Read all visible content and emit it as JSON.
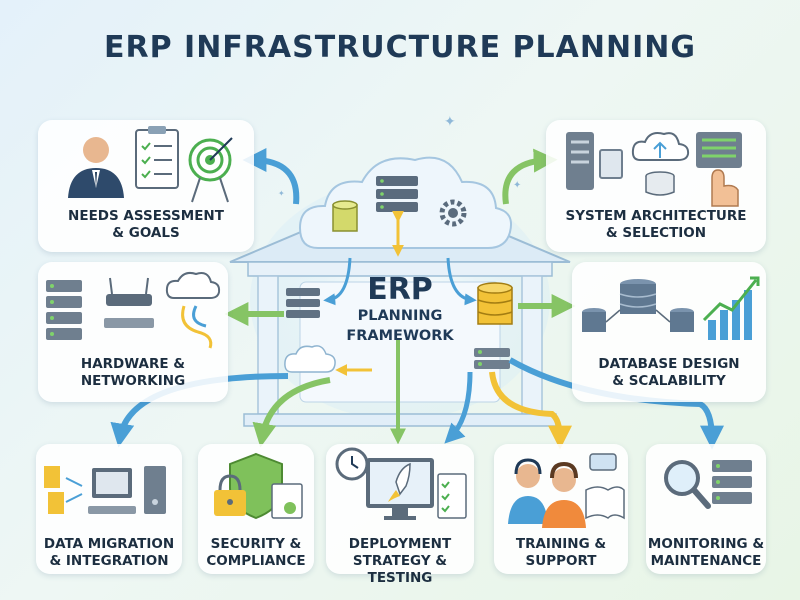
{
  "title": "ERP INFRASTRUCTURE PLANNING",
  "center": {
    "title": "ERP",
    "subtitle": "PLANNING\nFRAMEWORK"
  },
  "cards": {
    "needs": "NEEDS ASSESSMENT\n& GOALS",
    "architecture": "SYSTEM ARCHITECTURE\n& SELECTION",
    "hardware": "HARDWARE &\nNETWORKING",
    "database": "DATABASE DESIGN\n& SCALABILITY",
    "migration": "DATA MIGRATION\n& INTEGRATION",
    "security": "SECURITY &\nCOMPLIANCE",
    "deployment": "DEPLOYMENT\nSTRATEGY & TESTING",
    "training": "TRAINING &\nSUPPORT",
    "monitoring": "MONITORING &\nMAINTENANCE"
  },
  "colors": {
    "arrow_blue": "#4a9fd6",
    "arrow_green": "#86c465",
    "arrow_yellow": "#f2c237",
    "title": "#1f3a57"
  }
}
